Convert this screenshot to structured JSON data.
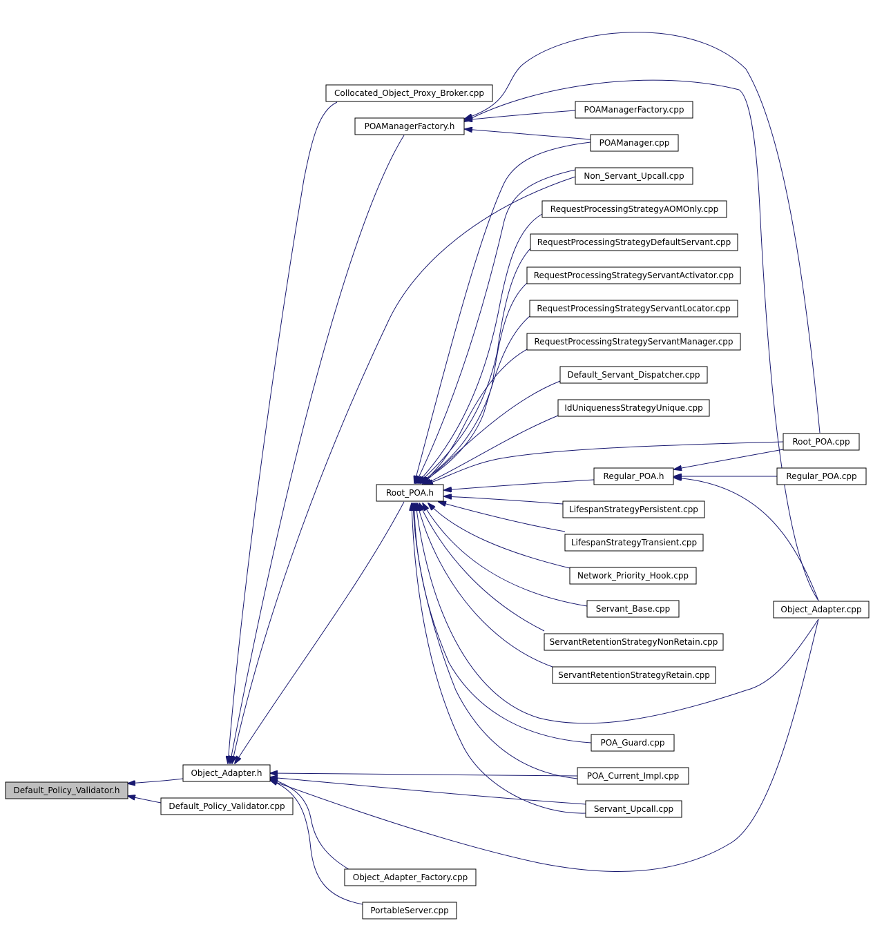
{
  "graph": {
    "nodes": [
      {
        "id": "dpv_h",
        "label": "Default_Policy_Validator.h",
        "root": true
      },
      {
        "id": "oa_h",
        "label": "Object_Adapter.h"
      },
      {
        "id": "dpv_cpp",
        "label": "Default_Policy_Validator.cpp"
      },
      {
        "id": "copb",
        "label": "Collocated_Object_Proxy_Broker.cpp"
      },
      {
        "id": "pmf_h",
        "label": "POAManagerFactory.h"
      },
      {
        "id": "pmf_cpp",
        "label": "POAManagerFactory.cpp"
      },
      {
        "id": "pm_cpp",
        "label": "POAManager.cpp"
      },
      {
        "id": "nsu",
        "label": "Non_Servant_Upcall.cpp"
      },
      {
        "id": "rps_aom",
        "label": "RequestProcessingStrategyAOMOnly.cpp"
      },
      {
        "id": "rps_ds",
        "label": "RequestProcessingStrategyDefaultServant.cpp"
      },
      {
        "id": "rps_sa",
        "label": "RequestProcessingStrategyServantActivator.cpp"
      },
      {
        "id": "rps_sl",
        "label": "RequestProcessingStrategyServantLocator.cpp"
      },
      {
        "id": "rps_sm",
        "label": "RequestProcessingStrategyServantManager.cpp"
      },
      {
        "id": "dsd",
        "label": "Default_Servant_Dispatcher.cpp"
      },
      {
        "id": "idu",
        "label": "IdUniquenessStrategyUnique.cpp"
      },
      {
        "id": "rootpoa_cpp",
        "label": "Root_POA.cpp"
      },
      {
        "id": "rootpoa_h",
        "label": "Root_POA.h"
      },
      {
        "id": "regpoa_h",
        "label": "Regular_POA.h"
      },
      {
        "id": "regpoa_cpp",
        "label": "Regular_POA.cpp"
      },
      {
        "id": "lsp",
        "label": "LifespanStrategyPersistent.cpp"
      },
      {
        "id": "lst",
        "label": "LifespanStrategyTransient.cpp"
      },
      {
        "id": "nph",
        "label": "Network_Priority_Hook.cpp"
      },
      {
        "id": "sb",
        "label": "Servant_Base.cpp"
      },
      {
        "id": "oa_cpp",
        "label": "Object_Adapter.cpp"
      },
      {
        "id": "rsnr",
        "label": "ServantRetentionStrategyNonRetain.cpp"
      },
      {
        "id": "rsr",
        "label": "ServantRetentionStrategyRetain.cpp"
      },
      {
        "id": "pg",
        "label": "POA_Guard.cpp"
      },
      {
        "id": "pci",
        "label": "POA_Current_Impl.cpp"
      },
      {
        "id": "su",
        "label": "Servant_Upcall.cpp"
      },
      {
        "id": "oaf",
        "label": "Object_Adapter_Factory.cpp"
      },
      {
        "id": "ps",
        "label": "PortableServer.cpp"
      }
    ]
  }
}
